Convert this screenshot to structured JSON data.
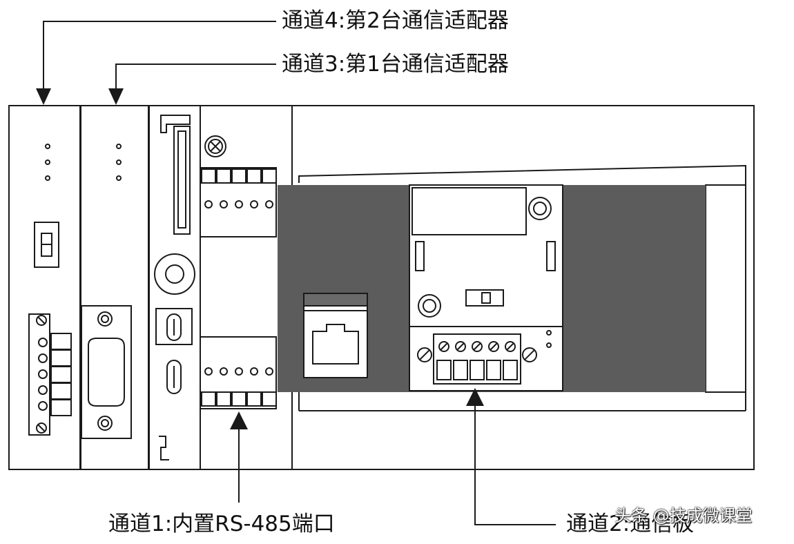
{
  "labels": {
    "channel4": "通道4:第2台通信适配器",
    "channel3": "通道3:第1台通信适配器",
    "channel1": "通道1:内置RS-485端口",
    "channel2": "通道2:通信板"
  },
  "watermark": "头条 @技成微课堂",
  "colors": {
    "line": "#1a1a1a",
    "dark_panel": "#5c5c5c",
    "background": "#ffffff"
  }
}
